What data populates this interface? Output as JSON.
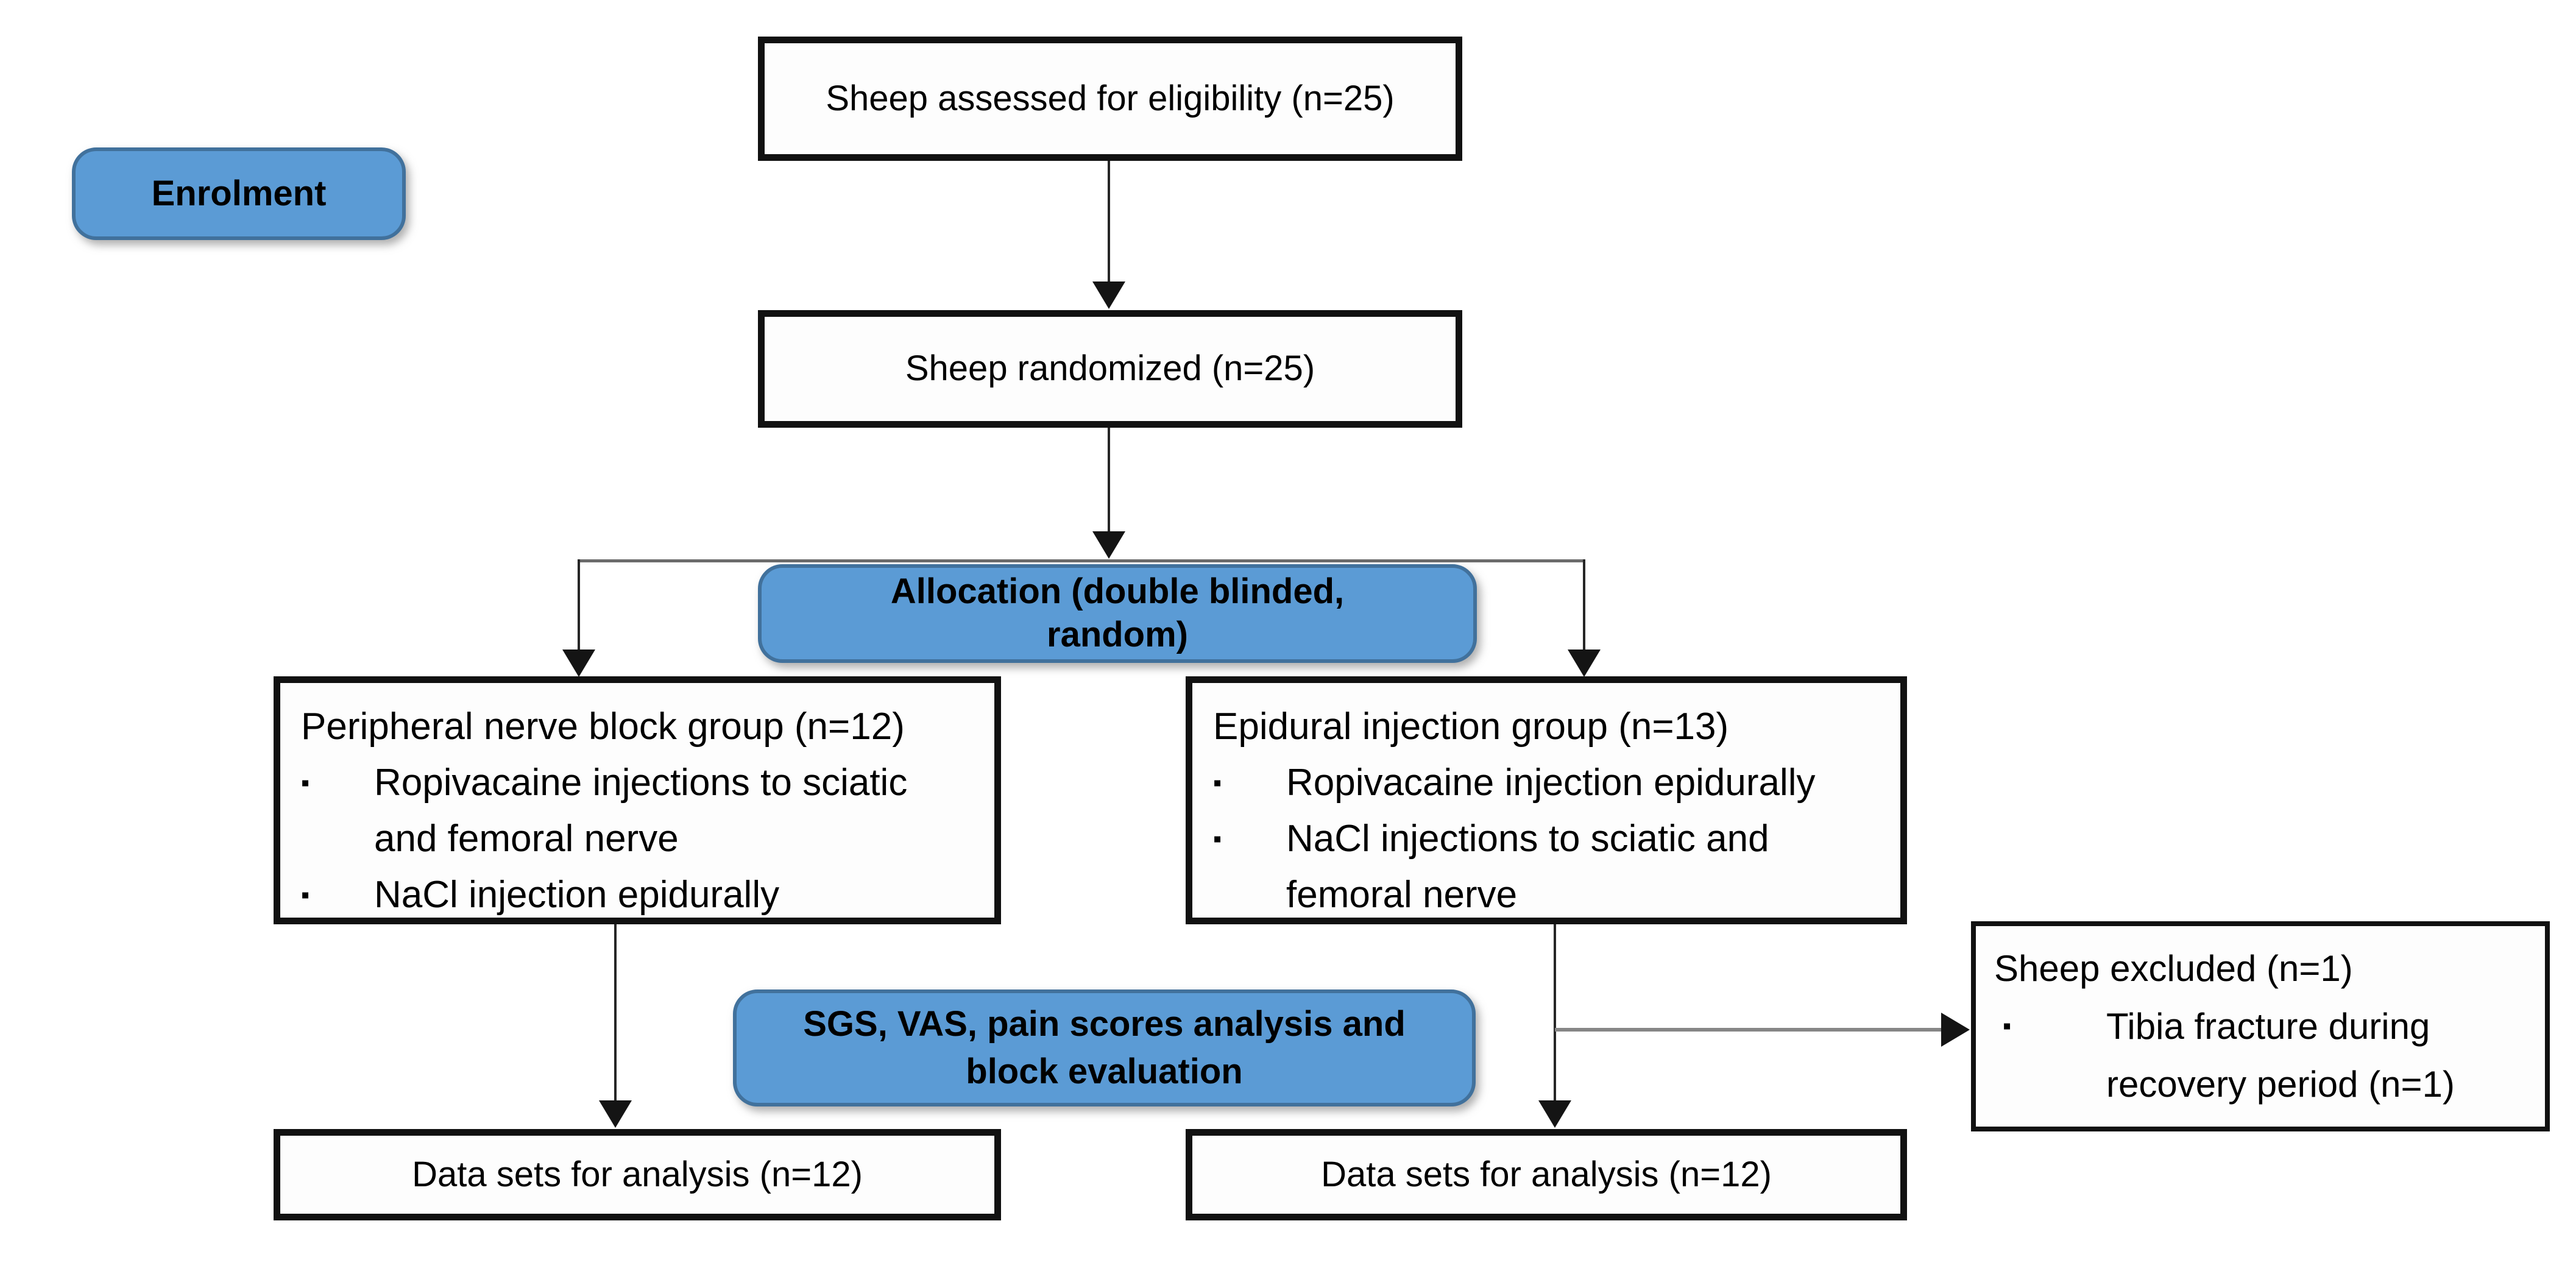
{
  "bullet_glyph": "▪",
  "colors": {
    "background": "#ffffff",
    "pill_fill": "#5b9bd5",
    "pill_border": "#41719c",
    "box_border": "#111111",
    "vertical_line": "#262626",
    "branch_line": "#6b6b6b",
    "exclusion_line": "#868686",
    "arrowhead": "#141414",
    "text": "#000000"
  },
  "flow": {
    "assessed": "Sheep assessed for eligibility (n=25)",
    "enrolment": "Enrolment",
    "randomized": "Sheep randomized (n=25)",
    "allocation_lines": [
      "Allocation (double blinded,",
      "random)"
    ],
    "group_left": {
      "title": "Peripheral nerve block group (n=12)",
      "bullets": [
        "Ropivacaine injections to sciatic and femoral nerve",
        "NaCl injection epidurally"
      ]
    },
    "group_right": {
      "title": "Epidural injection group (n=13)",
      "bullets": [
        "Ropivacaine injection epidurally",
        "NaCl injections to sciatic and femoral nerve"
      ]
    },
    "sgs_lines": [
      "SGS, VAS, pain scores analysis and",
      "block evaluation"
    ],
    "excluded": {
      "title": "Sheep excluded (n=1)",
      "bullets": [
        "Tibia fracture during recovery period (n=1)"
      ]
    },
    "data_left": "Data sets for analysis (n=12)",
    "data_right": "Data sets for analysis (n=12)"
  }
}
